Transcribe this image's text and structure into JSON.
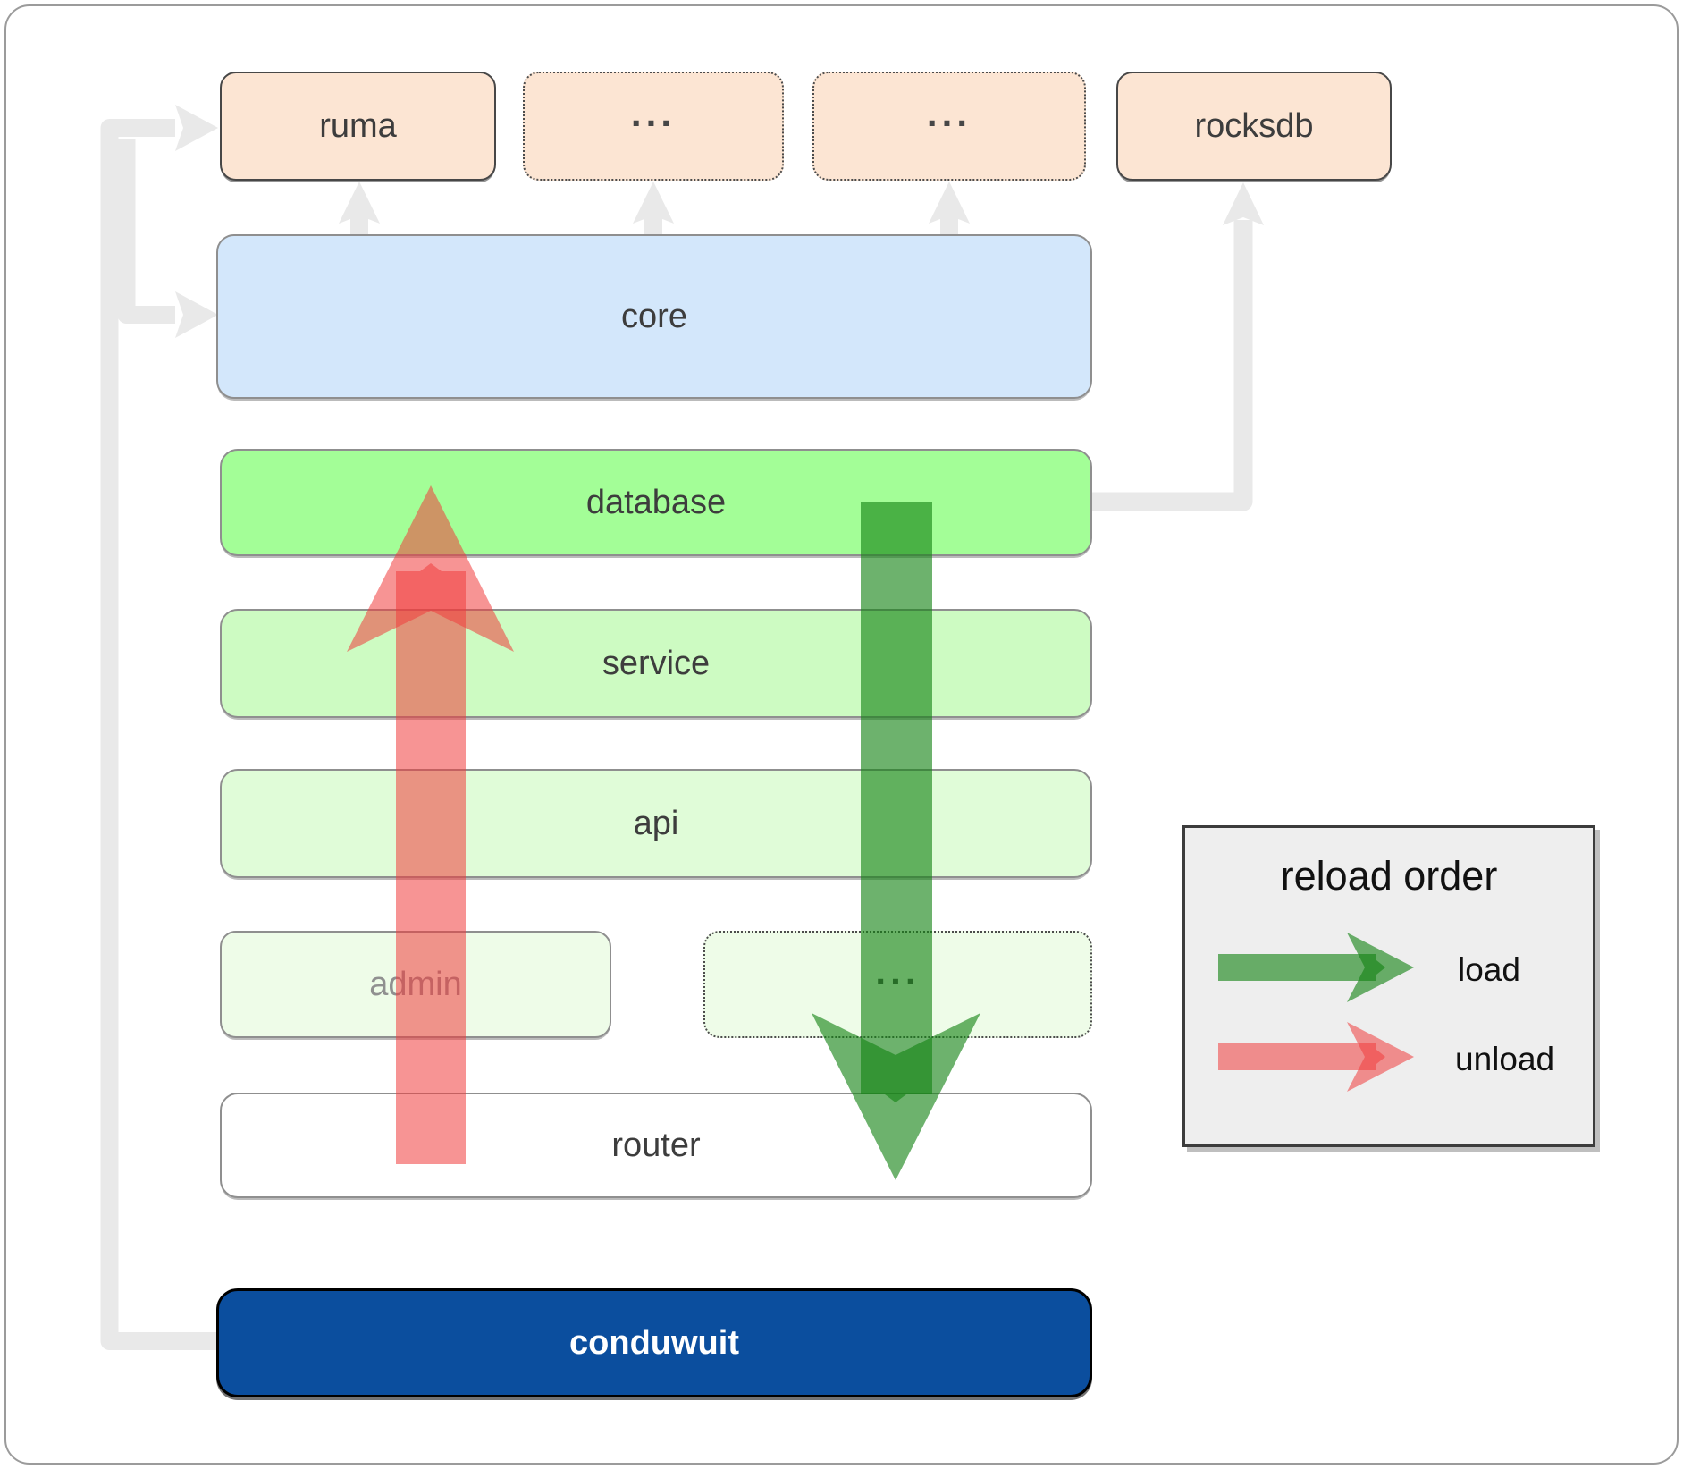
{
  "boxes": {
    "ruma": {
      "label": "ruma"
    },
    "crates_top_1": {
      "label": "..."
    },
    "crates_top_2": {
      "label": "..."
    },
    "rocksdb": {
      "label": "rocksdb"
    },
    "core": {
      "label": "core"
    },
    "database": {
      "label": "database"
    },
    "service": {
      "label": "service"
    },
    "api": {
      "label": "api"
    },
    "admin": {
      "label": "admin"
    },
    "crates_mid": {
      "label": "..."
    },
    "router": {
      "label": "router"
    },
    "conduwuit": {
      "label": "conduwuit"
    }
  },
  "legend": {
    "title": "reload order",
    "load_label": "load",
    "unload_label": "unload"
  },
  "colors": {
    "crate_peach": "#fce5d3",
    "core_blue": "#d3e7fb",
    "database_green": "#a3fe97",
    "service_green": "#cdfbc2",
    "api_green": "#e0fcd8",
    "admin_green": "#eefce8",
    "router_white": "#ffffff",
    "conduwuit_blue": "#0b4e9e",
    "load_arrow_green": "#148214",
    "unload_arrow_red": "#f03c3c",
    "connector_gray": "#e9e9e9",
    "legend_bg": "#eeeeee"
  }
}
